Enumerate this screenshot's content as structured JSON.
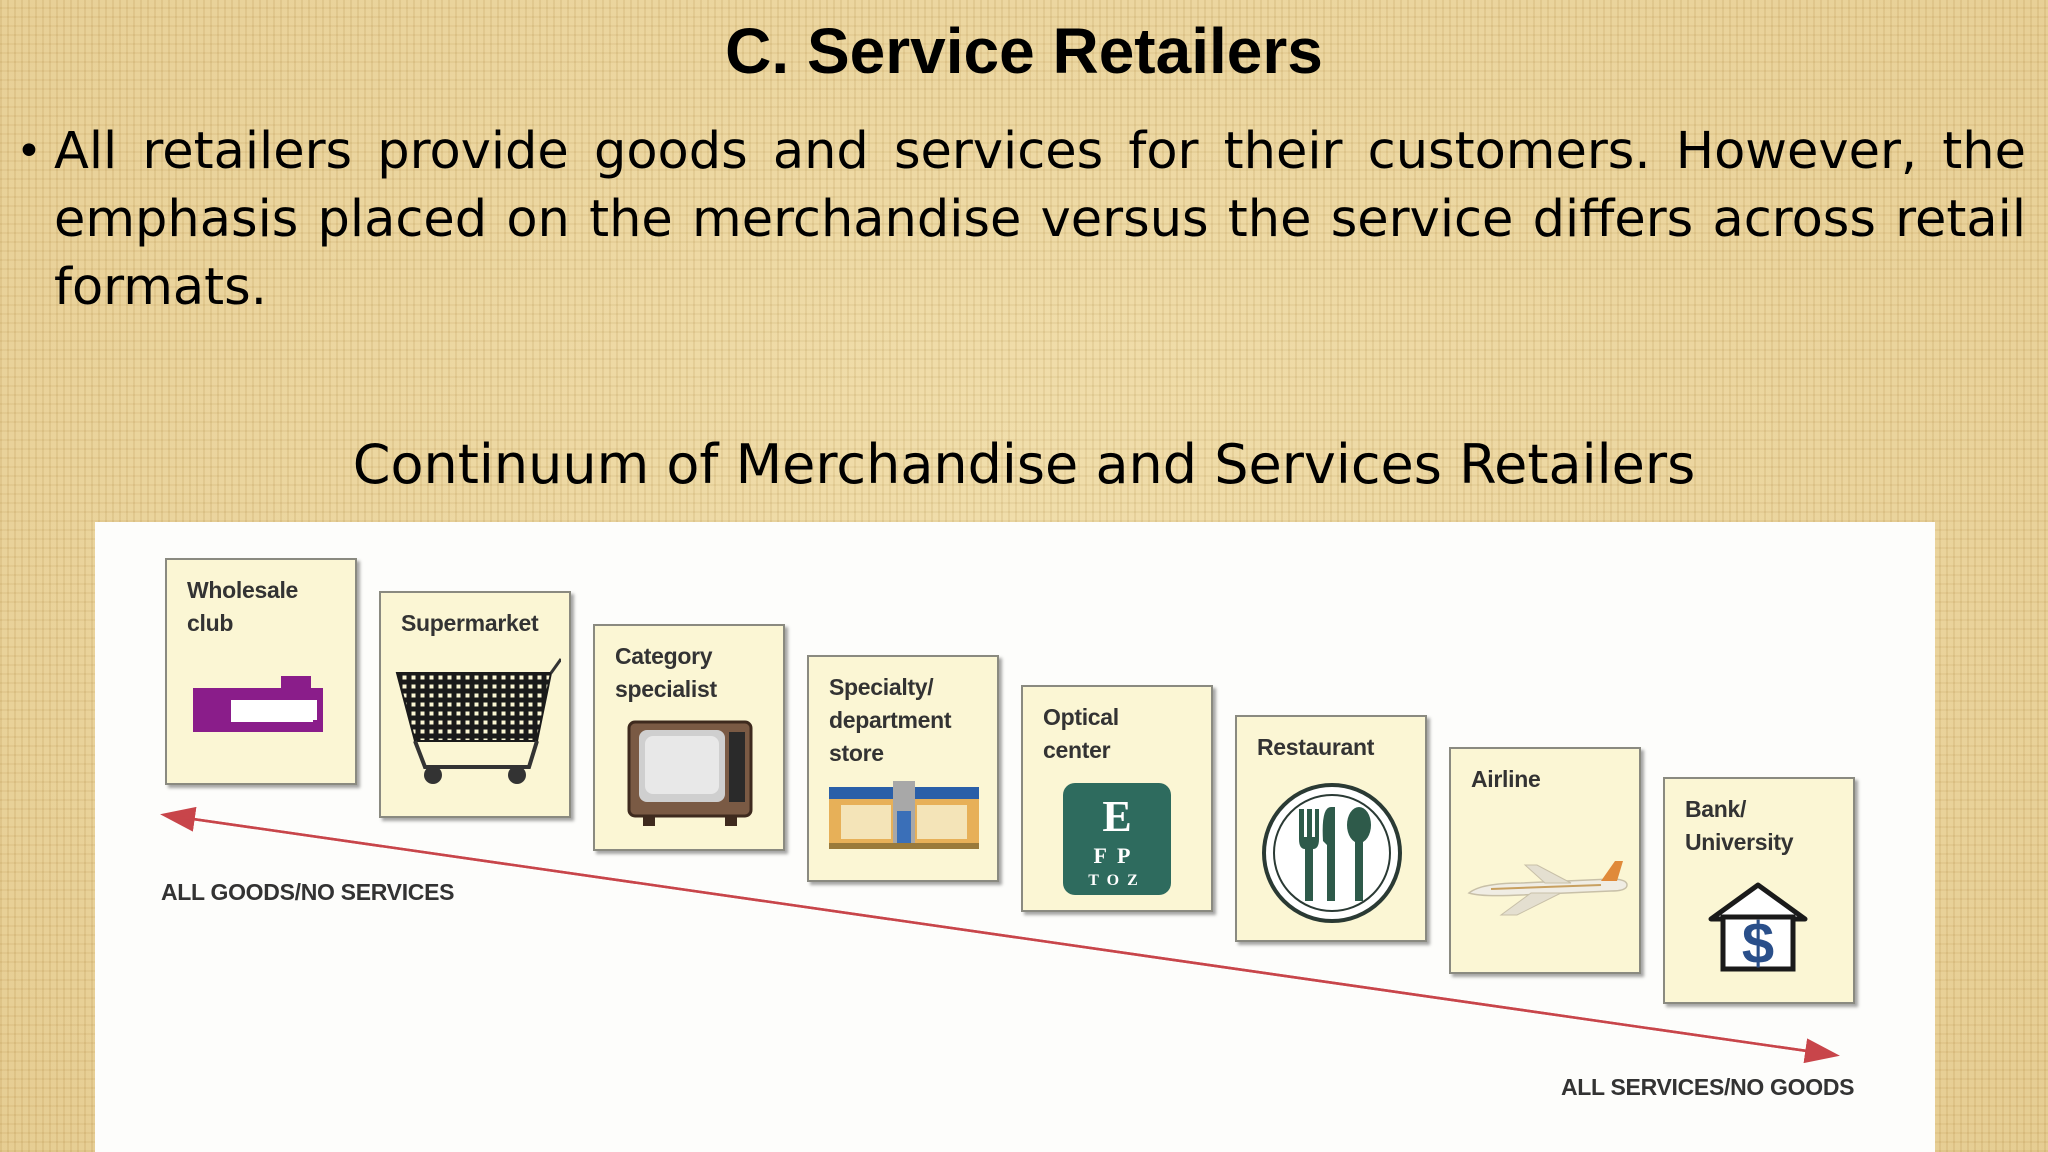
{
  "slide": {
    "title": "C. Service Retailers",
    "bullet": "All retailers provide goods and services for their customers. However, the emphasis placed on the merchandise versus the service differs across retail formats."
  },
  "diagram": {
    "title": "Continuum of Merchandise and Services Retailers",
    "items": [
      {
        "label": "Wholesale\nclub",
        "icon": "warehouse-icon"
      },
      {
        "label": "Supermarket",
        "icon": "shopping-cart-icon"
      },
      {
        "label": "Category\nspecialist",
        "icon": "television-icon"
      },
      {
        "label": "Specialty/\ndepartment\nstore",
        "icon": "storefront-icon"
      },
      {
        "label": "Optical\ncenter",
        "icon": "eye-chart-icon"
      },
      {
        "label": "Restaurant",
        "icon": "plate-cutlery-icon"
      },
      {
        "label": "Airline",
        "icon": "airplane-icon"
      },
      {
        "label": "Bank/\nUniversity",
        "icon": "bank-dollar-icon"
      }
    ],
    "left_label": "ALL GOODS/NO SERVICES",
    "right_label": "ALL SERVICES/NO GOODS",
    "arrow_color": "#c8454a"
  }
}
